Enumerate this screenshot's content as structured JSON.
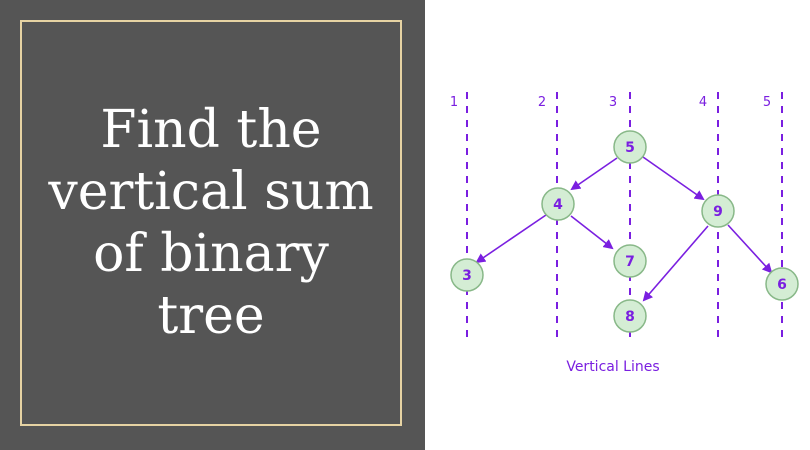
{
  "slide": {
    "title_lines": [
      "Find the",
      "vertical sum",
      "of binary",
      "tree"
    ]
  },
  "diagram": {
    "line_labels": [
      "1",
      "2",
      "3",
      "4",
      "5"
    ],
    "nodes": [
      {
        "id": "n5",
        "value": "5"
      },
      {
        "id": "n4",
        "value": "4"
      },
      {
        "id": "n9",
        "value": "9"
      },
      {
        "id": "n3",
        "value": "3"
      },
      {
        "id": "n7",
        "value": "7"
      },
      {
        "id": "n8",
        "value": "8"
      },
      {
        "id": "n6",
        "value": "6"
      }
    ],
    "edges": [
      {
        "from": "n5",
        "to": "n4"
      },
      {
        "from": "n5",
        "to": "n9"
      },
      {
        "from": "n4",
        "to": "n3"
      },
      {
        "from": "n4",
        "to": "n7"
      },
      {
        "from": "n9",
        "to": "n8"
      },
      {
        "from": "n9",
        "to": "n6"
      }
    ],
    "caption": "Vertical Lines",
    "colors": {
      "accent": "#7a1fe0",
      "node_fill": "#d4edd4",
      "node_stroke": "#88b888",
      "panel": "#555555",
      "frame": "#e6d3a3"
    }
  }
}
